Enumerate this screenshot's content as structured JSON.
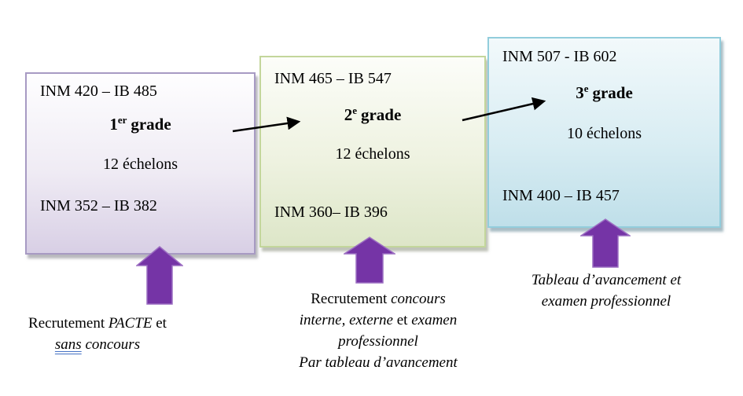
{
  "palette": {
    "box1_border": "#a79ac3",
    "box1_fill_bottom": "#d8cfe5",
    "box2_border": "#c3d69b",
    "box2_fill_bottom": "#dde6c8",
    "box3_border": "#92cddc",
    "box3_fill_bottom": "#bfdfe9",
    "block_arrow_fill": "#7534a6",
    "connector_color": "#000000",
    "grammar_underline_color": "#4472c4",
    "text_color": "#000000"
  },
  "boxes": [
    {
      "max_line": "INM 420 – IB 485",
      "grade_num": "1",
      "grade_sup": "er",
      "grade_word": "grade",
      "echelons": "12 échelons",
      "min_line": "INM 352 – IB 382"
    },
    {
      "max_line": "INM 465 – IB 547",
      "grade_num": "2",
      "grade_sup": "e",
      "grade_word": "grade",
      "echelons": "12 échelons",
      "min_line": "INM 360– IB 396"
    },
    {
      "max_line": "INM 507 - IB 602",
      "grade_num": "3",
      "grade_sup": "e",
      "grade_word": "grade",
      "echelons": "10 échelons",
      "min_line": "INM 400 – IB 457"
    }
  ],
  "captions": {
    "c1": {
      "l1a": "Recrutement ",
      "l1b": "PACTE",
      "l1c": " et",
      "l2a": "sans",
      "l2b": " concours"
    },
    "c2": {
      "l1a": "Recrutement ",
      "l1b": "concours",
      "l2a": "interne, externe",
      "l2b": " et ",
      "l2c": "examen",
      "l3": "professionnel",
      "l4": "Par tableau d’avancement"
    },
    "c3": {
      "l1": "Tableau d’avancement et",
      "l2": "examen professionnel"
    }
  }
}
